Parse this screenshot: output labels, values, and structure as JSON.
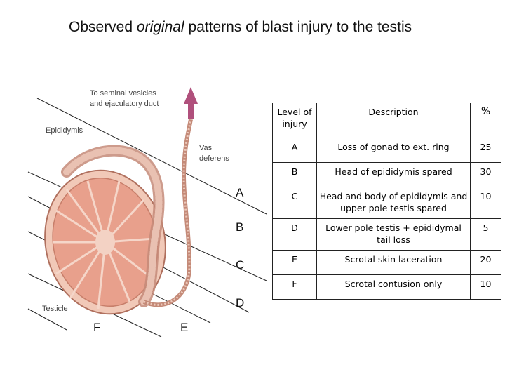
{
  "title": {
    "before": "Observed ",
    "italic": "original",
    "after": " patterns of blast injury to the testis"
  },
  "figure": {
    "labels": {
      "seminal": [
        "To seminal vesicles",
        "and ejaculatory duct"
      ],
      "epididymis": "Epididymis",
      "vas": [
        "Vas",
        "deferens"
      ],
      "testicle": "Testicle"
    },
    "cut_letters": {
      "A": "A",
      "B": "B",
      "C": "C",
      "D": "D",
      "E": "E",
      "F": "F"
    }
  },
  "table": {
    "headers": [
      "Level of injury",
      "Description",
      "%"
    ],
    "rows": [
      {
        "level": "A",
        "desc": "Loss of gonad to ext. ring",
        "pct": "25"
      },
      {
        "level": "B",
        "desc": "Head of epididymis spared",
        "pct": "30"
      },
      {
        "level": "C",
        "desc": "Head and body of epididymis and upper pole testis spared",
        "pct": "10"
      },
      {
        "level": "D",
        "desc": "Lower pole testis + epididymal tail loss",
        "pct": "5"
      },
      {
        "level": "E",
        "desc": "Scrotal skin laceration",
        "pct": "20"
      },
      {
        "level": "F",
        "desc": "Scrotal contusion only",
        "pct": "10"
      }
    ]
  },
  "colors": {
    "testis_fill": "#e8a08c",
    "testis_lobe": "#d67a66",
    "epididymis": "#d8a896",
    "arrow": "#b0507c"
  }
}
